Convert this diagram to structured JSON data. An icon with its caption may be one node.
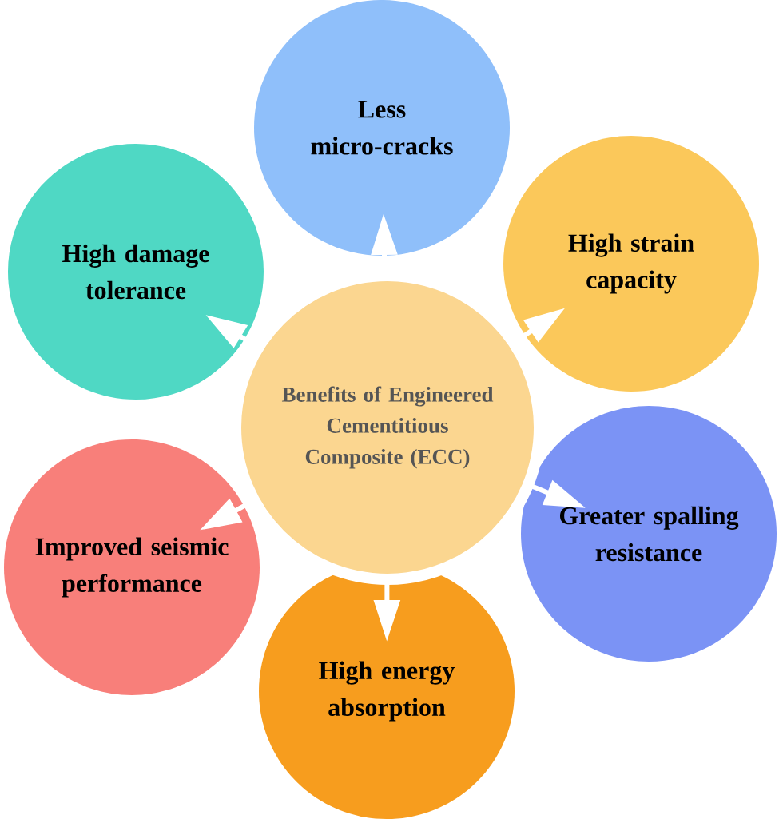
{
  "diagram": {
    "nodes": [
      {
        "text": [
          "Benefits of Engineered Cementitious Composite (ECC)"
        ]
      },
      {
        "text": [
          "Less micro-cracks"
        ]
      },
      {
        "text": [
          "High strain capacity"
        ]
      },
      {
        "text": [
          "Greater spalling resistance"
        ]
      },
      {
        "text": [
          "High energy absorption"
        ]
      },
      {
        "text": [
          "Improved seismic performance"
        ]
      },
      {
        "text": [
          "High damage tolerance"
        ]
      }
    ],
    "edges": [
      {
        "from": 0,
        "to": 1,
        "arrow": "to"
      },
      {
        "from": 0,
        "to": 2,
        "arrow": "to"
      },
      {
        "from": 0,
        "to": 3,
        "arrow": "to"
      },
      {
        "from": 0,
        "to": 4,
        "arrow": "to"
      },
      {
        "from": 0,
        "to": 5,
        "arrow": "to"
      },
      {
        "from": 0,
        "to": 6,
        "arrow": "to"
      }
    ]
  }
}
